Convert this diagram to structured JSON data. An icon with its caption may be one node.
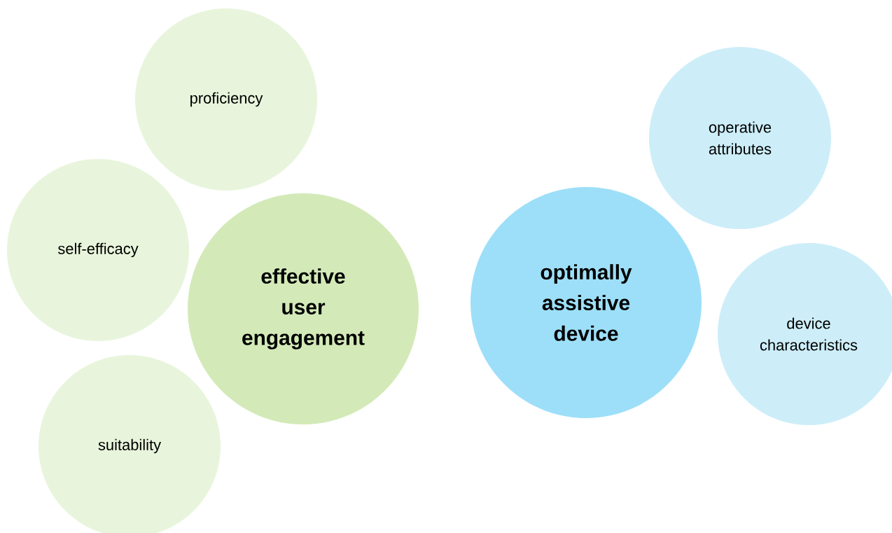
{
  "diagram": {
    "nodes": [
      {
        "text": [
          "proficiency"
        ]
      },
      {
        "text": [
          "self-efficacy"
        ]
      },
      {
        "text": [
          "suitability"
        ]
      },
      {
        "text": [
          "effective user engagement"
        ]
      },
      {
        "text": [
          "optimally assistive device"
        ]
      },
      {
        "text": [
          "operative attributes"
        ]
      },
      {
        "text": [
          "device characteristics"
        ]
      }
    ]
  }
}
